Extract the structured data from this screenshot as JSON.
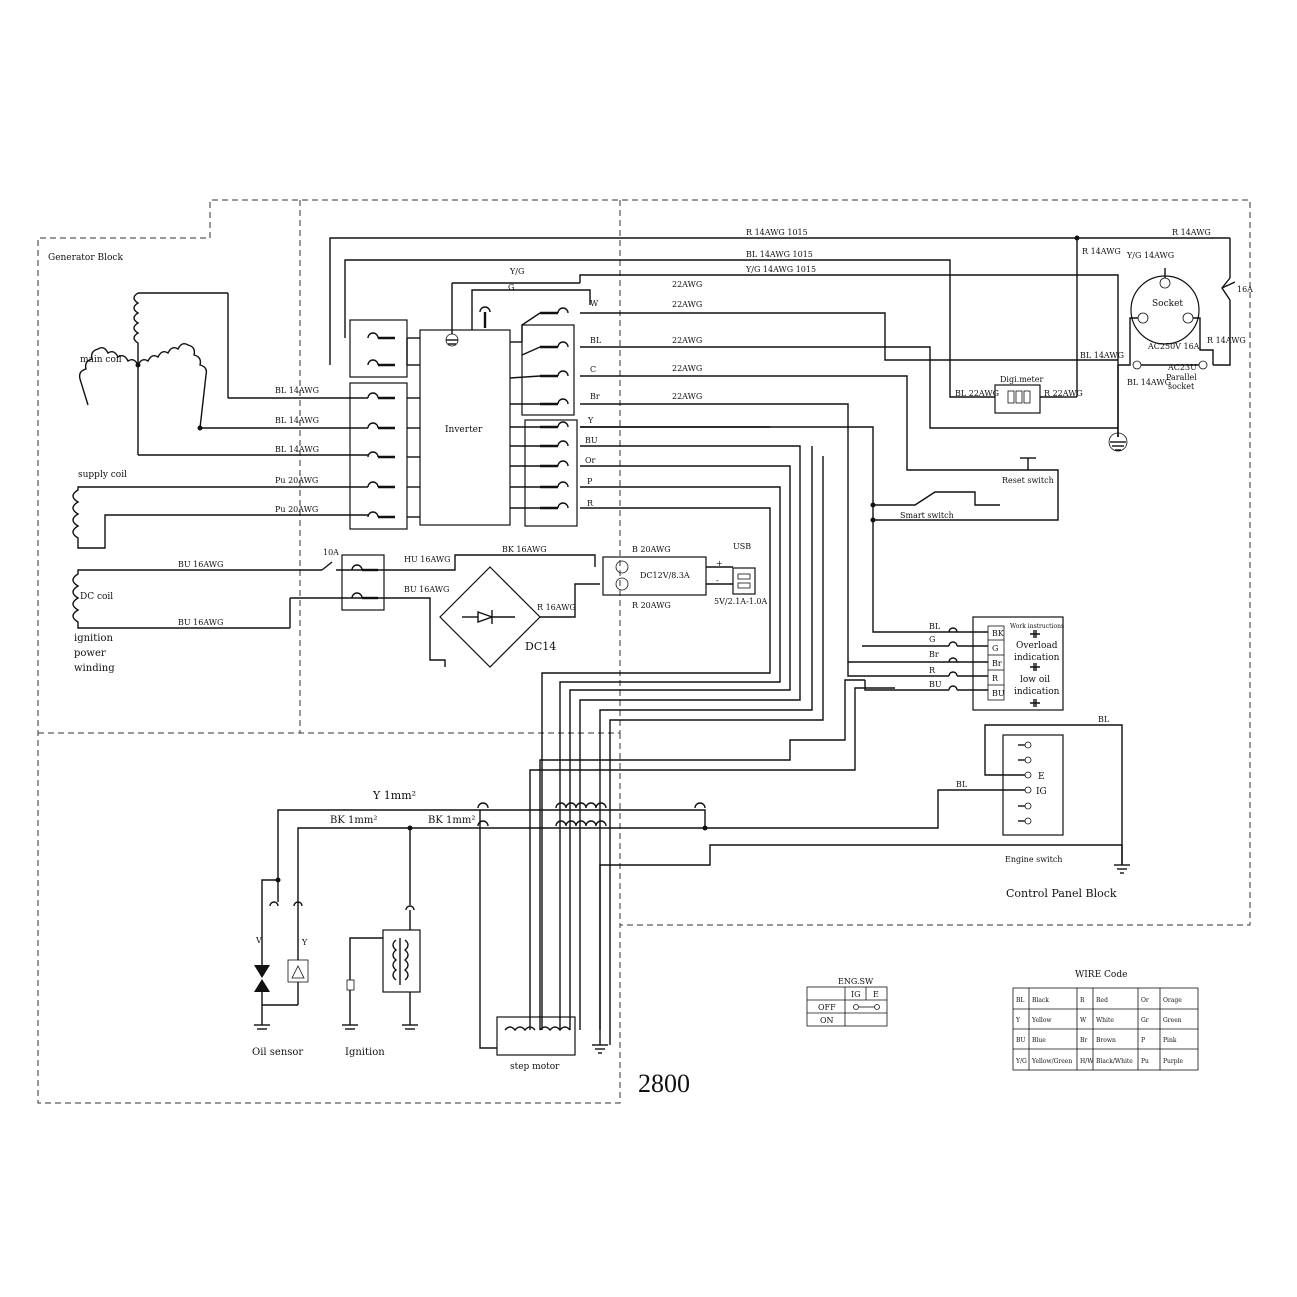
{
  "blocks": {
    "generator": "Generator Block",
    "control_panel": "Control Panel Block"
  },
  "coils": {
    "main": "main coil",
    "supply": "supply coil",
    "dc": "DC coil",
    "ignition_l1": "ignition",
    "ignition_l2": "power",
    "ignition_l3": "winding"
  },
  "wires_top": {
    "r_1015": "R  14AWG  1015",
    "bl_1015": "BL  14AWG  1015",
    "yg_1015": "Y/G 14AWG  1015",
    "yg": "Y/G",
    "g": "G",
    "r_14awg_right": "R  14AWG",
    "r_14awg_mid": "R  14AWG",
    "yg_14awg": "Y/G  14AWG",
    "r_14awg_low": "R  14AWG",
    "bl_14awg_socket": "BL  14AWG",
    "bl_14awg_low": "BL  14AWG"
  },
  "inverter": {
    "label": "Inverter",
    "left_wires": [
      "BL 14AWG",
      "BL 14AWG",
      "BL 14AWG",
      "Pu 20AWG",
      "Pu 20AWG"
    ],
    "right_codes": [
      "W",
      "BL",
      "C",
      "Br"
    ],
    "right_gauge": [
      "22AWG",
      "22AWG",
      "22AWG",
      "22AWG",
      "22AWG"
    ],
    "lower_codes": [
      "Y",
      "BU",
      "Or",
      "P",
      "R"
    ]
  },
  "socket": {
    "label": "Socket",
    "rating": "AC250V 16A",
    "breaker": "16A",
    "parallel_l1": "AC23U",
    "parallel_l2": "Parallel",
    "parallel_l3": "socket"
  },
  "digimeter": {
    "label": "Digi.meter",
    "left": "BL 22AWG",
    "right": "R 22AWG"
  },
  "switches": {
    "reset": "Reset switch",
    "smart": "Smart switch",
    "engine": "Engine switch",
    "engine_e": "E",
    "engine_ig": "IG"
  },
  "dc_section": {
    "fuse": "10A",
    "bu_16awg_1": "BU      16AWG",
    "bu_16awg_2": "BU      16AWG",
    "hu_16awg": "HU  16AWG",
    "bu_16awg_3": "BU  16AWG",
    "bk_16awg": "BK     16AWG",
    "r_16awg": "R  16AWG",
    "rectifier": "DC14",
    "b_20awg": "B 20AWG",
    "r_20awg": "R 20AWG",
    "dc_out": "DC12V/8.3A",
    "usb": "USB",
    "usb_rating": "5V/2.1A-1.0A",
    "plus": "+",
    "minus": "-"
  },
  "indicator": {
    "codes": [
      "BK",
      "G",
      "Br",
      "R",
      "BU"
    ],
    "wires": [
      "BL",
      "G",
      "Br",
      "R",
      "BU"
    ],
    "work": "Work instructions",
    "overload_1": "Overload",
    "overload_2": "indication",
    "lowoil_1": "low oil",
    "lowoil_2": "indication"
  },
  "lower": {
    "y_1mm": "Y 1mm²",
    "bk_1mm": "BK 1mm²",
    "bk_1mm_b": "BK  1mm²",
    "v": "V",
    "y": "Y",
    "oil_sensor": "Oil sensor",
    "ignition": "Ignition",
    "step_motor": "step motor",
    "bl_right": "BL",
    "bl_mid": "BL"
  },
  "model": "2800",
  "eng_sw": {
    "title": "ENG.SW",
    "col_ig": "IG",
    "col_e": "E",
    "row_off": "OFF",
    "row_on": "ON"
  },
  "wire_code": {
    "title": "WIRE Code",
    "rows": [
      [
        "BL",
        "Black",
        "R",
        "Red",
        "Or",
        "Orage"
      ],
      [
        "Y",
        "Yellow",
        "W",
        "White",
        "Gr",
        "Green"
      ],
      [
        "BU",
        "Blue",
        "Br",
        "Brown",
        "P",
        "Pink"
      ],
      [
        "Y/G",
        "Yellow/Green",
        "H/W",
        "Black/White",
        "Pu",
        "Purple"
      ]
    ]
  }
}
